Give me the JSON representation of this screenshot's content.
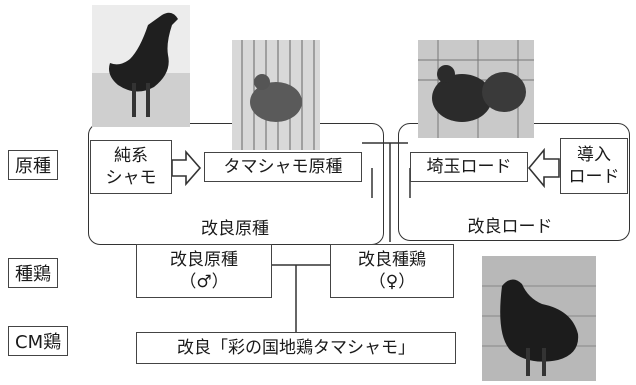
{
  "levels": {
    "gen": "原種",
    "breeder": "種鶏",
    "cm": "CM鶏"
  },
  "left_group": {
    "pure_shamo": [
      "純系",
      "シャモ"
    ],
    "tama_stock": "タマシャモ原種",
    "caption": "改良原種"
  },
  "right_group": {
    "saitama_rhode": "埼玉ロード",
    "intro_rhode": [
      "導入",
      "ロード"
    ],
    "caption": "改良ロード"
  },
  "breeders": {
    "male": [
      "改良原種",
      "（♂）"
    ],
    "female": [
      "改良種鶏",
      "（♀）"
    ]
  },
  "product": "改良「彩の国地鶏タマシャモ」",
  "colors": {
    "line": "#333333",
    "photo_dark": "#2a2a2a",
    "photo_bg": "#bdbdbd"
  },
  "icons": [
    "rooster-photo",
    "caged-chicken-photo",
    "rhode-hen-photo",
    "product-rooster-photo"
  ]
}
